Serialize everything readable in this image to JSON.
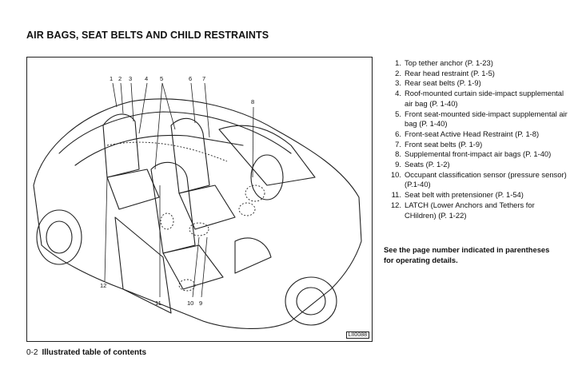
{
  "page": {
    "title": "AIR BAGS, SEAT BELTS AND CHILD RESTRAINTS",
    "page_number": "0-2",
    "section": "Illustrated table of contents"
  },
  "figure": {
    "id": "LII0088",
    "callouts": [
      "1",
      "2",
      "3",
      "4",
      "5",
      "6",
      "7",
      "8",
      "12",
      "11",
      "10",
      "9"
    ]
  },
  "items": [
    {
      "num": "1.",
      "text": "Top tether anchor (P. 1-23)"
    },
    {
      "num": "2.",
      "text": "Rear head restraint (P. 1-5)"
    },
    {
      "num": "3.",
      "text": "Rear seat belts (P. 1-9)"
    },
    {
      "num": "4.",
      "text": "Roof-mounted curtain side-impact supplemental air bag (P. 1-40)"
    },
    {
      "num": "5.",
      "text": "Front seat-mounted side-impact supplemental air bag (P. 1-40)"
    },
    {
      "num": "6.",
      "text": "Front-seat Active Head Restraint (P. 1-8)"
    },
    {
      "num": "7.",
      "text": "Front seat belts (P. 1-9)"
    },
    {
      "num": "8.",
      "text": "Supplemental front-impact air bags (P. 1-40)"
    },
    {
      "num": "9.",
      "text": "Seats (P. 1-2)"
    },
    {
      "num": "10.",
      "text": "Occupant classification sensor (pressure sensor) (P.1-40)"
    },
    {
      "num": "11.",
      "text": "Seat belt with pretensioner (P. 1-54)"
    },
    {
      "num": "12.",
      "text": "LATCH (Lower Anchors and Tethers for CHildren) (P. 1-22)"
    }
  ],
  "note": "See the page number indicated in parentheses for operating details."
}
